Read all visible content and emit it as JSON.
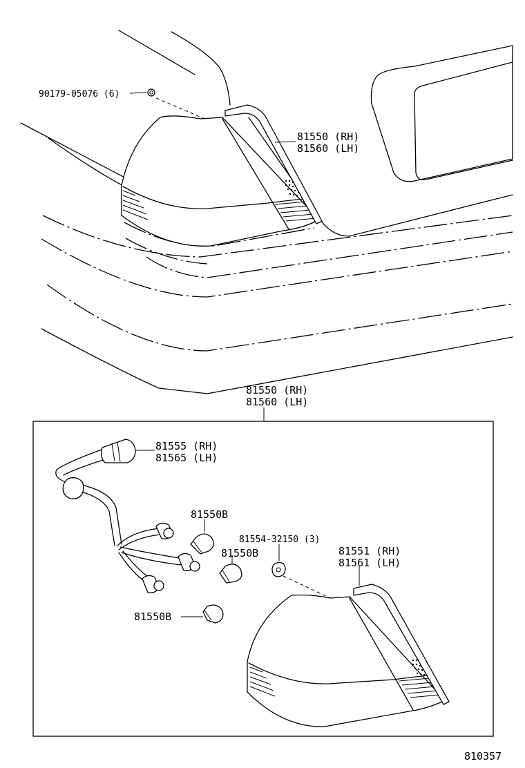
{
  "labels": {
    "bolt": "90179-05076 (6)",
    "lamp_assy_rh_top": "81550 (RH)",
    "lamp_assy_lh_top": "81560 (LH)",
    "lamp_assy_rh_box": "81550 (RH)",
    "lamp_assy_lh_box": "81560 (LH)",
    "socket_rh": "81555 (RH)",
    "socket_lh": "81565 (LH)",
    "bulb_1": "81550B",
    "grommet": "81554-32150 (3)",
    "bulb_2": "81550B",
    "lens_rh": "81551 (RH)",
    "lens_lh": "81561 (LH)",
    "bulb_3": "81550B"
  },
  "diagram_id": "810357"
}
